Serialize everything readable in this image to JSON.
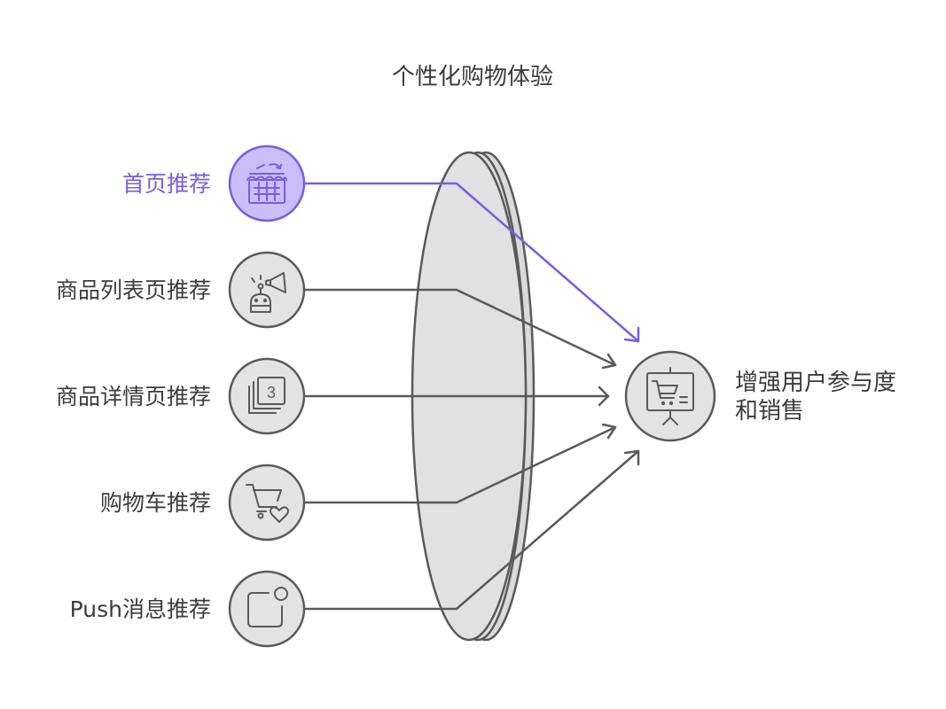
{
  "title": "个性化购物体验",
  "sources": [
    {
      "label": "首页推荐",
      "icon": "storefront-icon",
      "highlighted": true
    },
    {
      "label": "商品列表页推荐",
      "icon": "robot-megaphone-icon",
      "highlighted": false
    },
    {
      "label": "商品详情页推荐",
      "icon": "stacked-cards-icon",
      "highlighted": false
    },
    {
      "label": "购物车推荐",
      "icon": "cart-heart-icon",
      "highlighted": false
    },
    {
      "label": "Push消息推荐",
      "icon": "notification-icon",
      "highlighted": false
    }
  ],
  "output": {
    "line1": "增强用户参与度",
    "line2": "和销售",
    "icon": "cart-presentation-icon"
  },
  "colors": {
    "accent": "#7a5ce6",
    "accent_fill": "#c9bef7",
    "gray_line": "#5a5a5a",
    "node_fill": "#e3e3e3",
    "lens_fill": "#e1e1e1",
    "text": "#3c3c3c"
  },
  "source_card_number": "3"
}
